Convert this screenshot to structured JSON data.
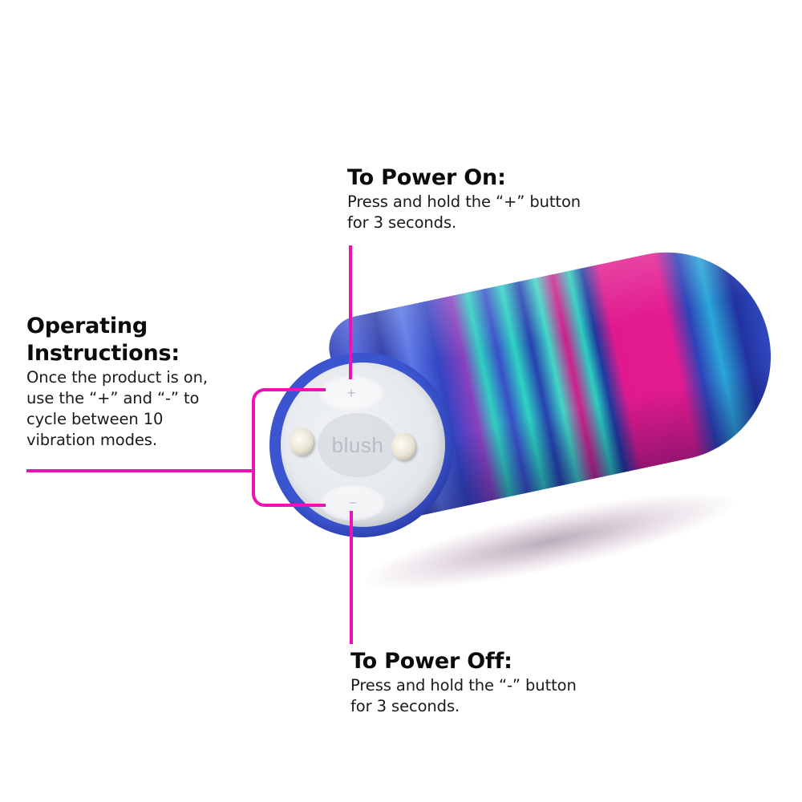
{
  "product_image": {
    "brand_logo": "blush",
    "button_plus": "+",
    "button_minus": "−",
    "accent_color": "#ee12b4",
    "colors": [
      "#2f3fb6",
      "#2ed4c2",
      "#e01a8e",
      "#e4e7ec"
    ]
  },
  "callouts": {
    "power_on": {
      "title": "To Power On:",
      "line1": "Press and hold the “+” button",
      "line2": "for 3 seconds."
    },
    "operating": {
      "title_line1": "Operating",
      "title_line2": "Instructions:",
      "line1": "Once the product is on,",
      "line2": "use the “+” and “-” to",
      "line3": "cycle between 10",
      "line4": "vibration modes."
    },
    "power_off": {
      "title": "To Power Off:",
      "line1": "Press and hold the “-” button",
      "line2": "for 3 seconds."
    }
  }
}
